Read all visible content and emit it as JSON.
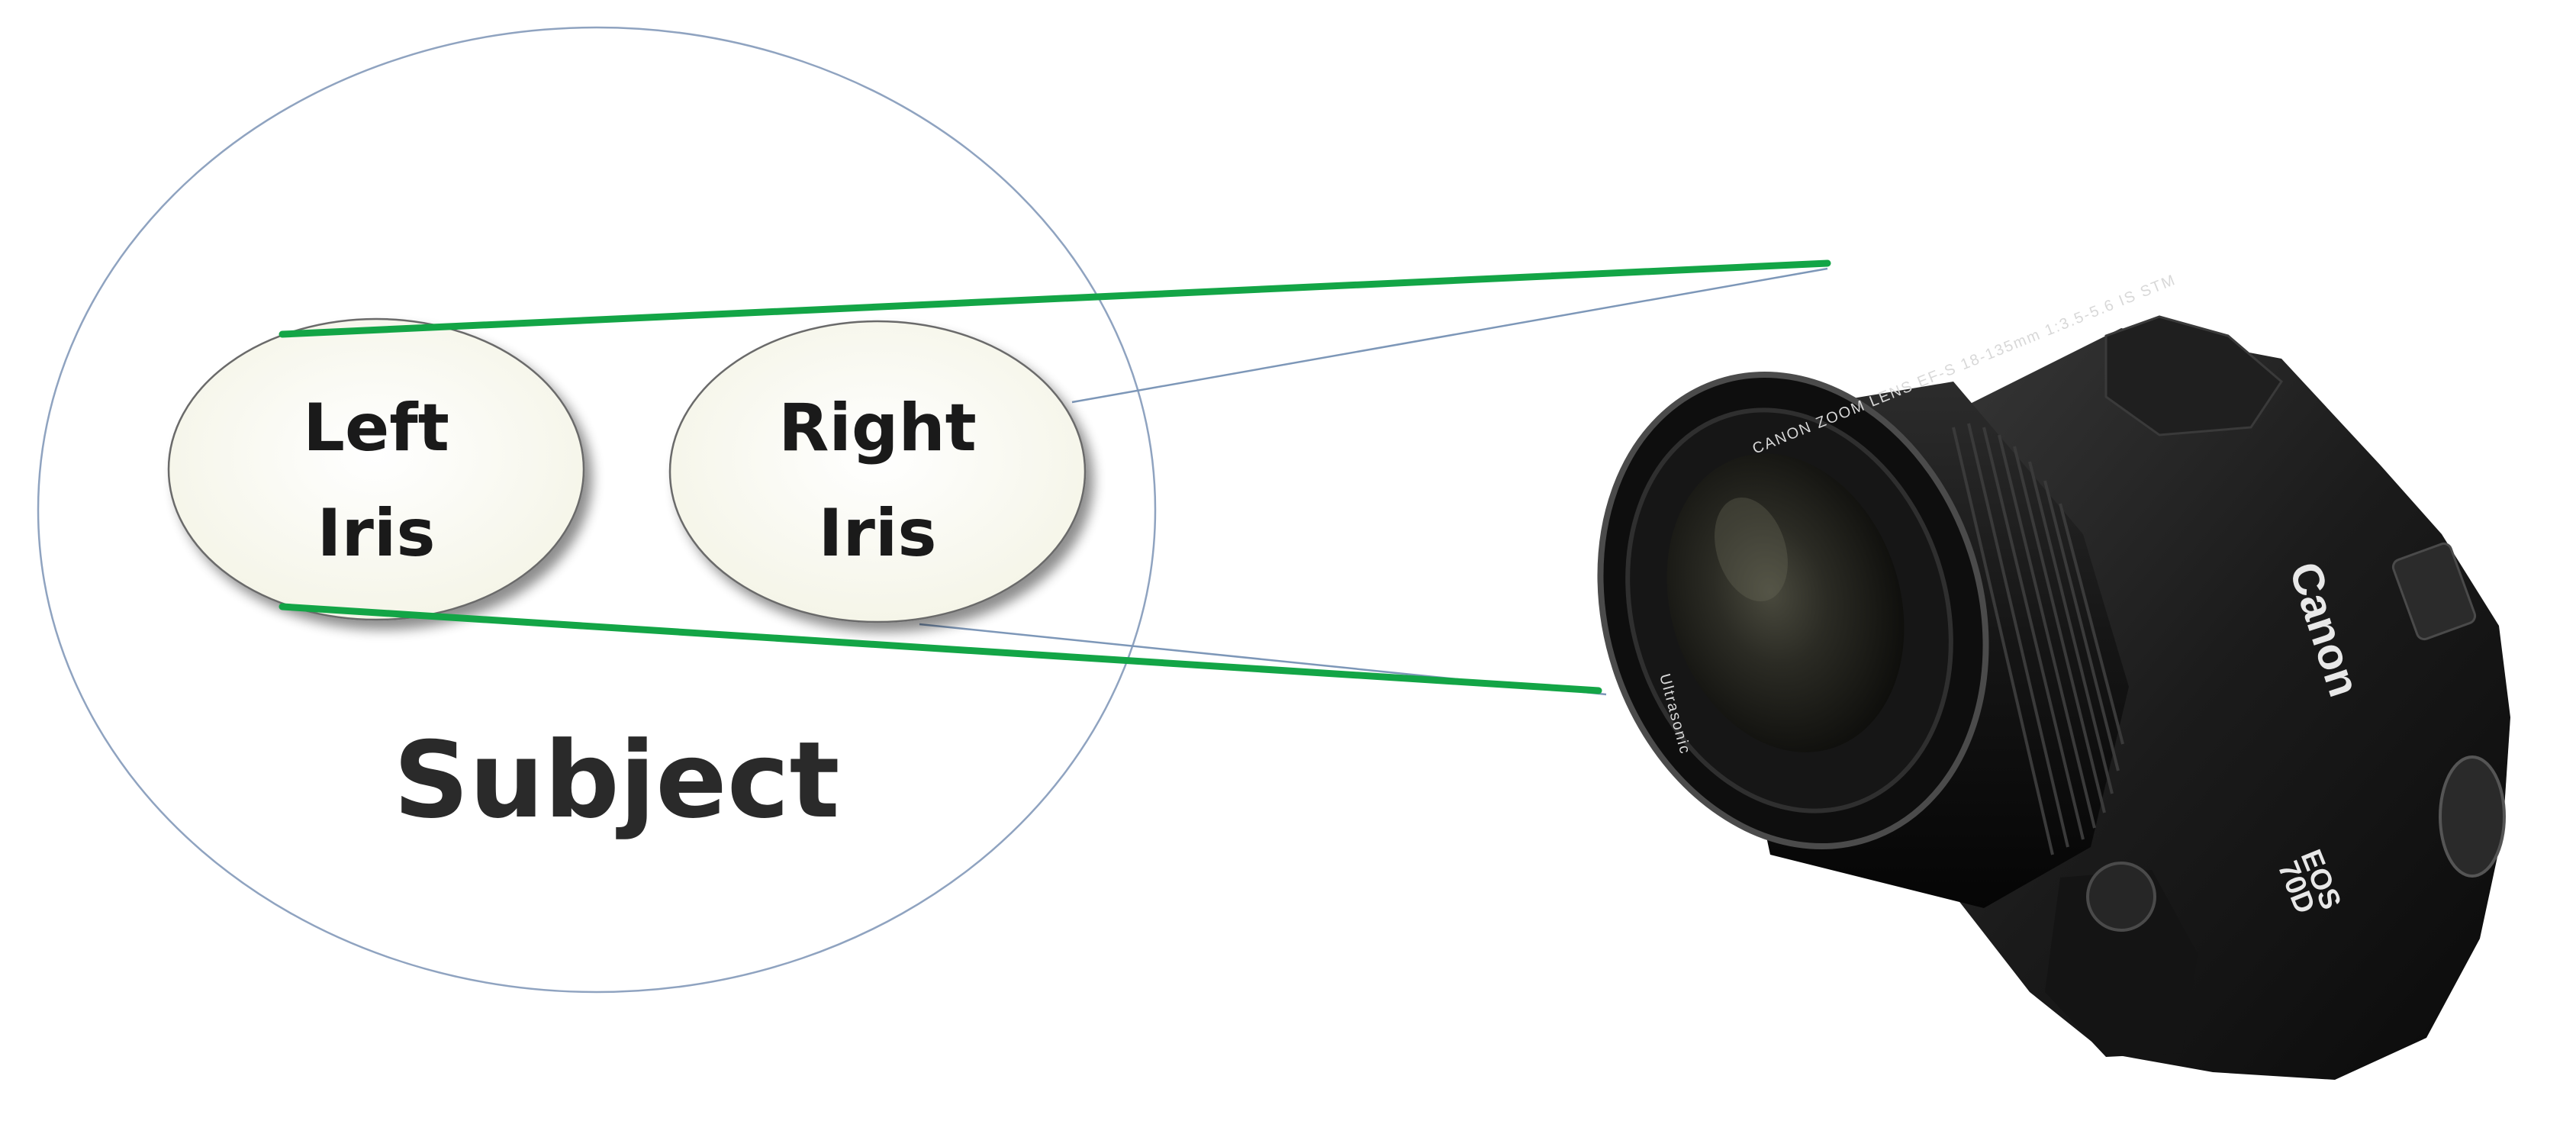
{
  "diagram": {
    "left_iris": {
      "line1": "Left",
      "line2": "Iris"
    },
    "right_iris": {
      "line1": "Right",
      "line2": "Iris"
    },
    "subject": "Subject"
  },
  "camera": {
    "brand": "Canon",
    "model_line1": "EOS",
    "model_line2": "70D",
    "lens_text": "CANON ZOOM LENS EF-S 18-135mm 1:3.5-5.6 IS STM",
    "lens_mark": "Ultrasonic"
  },
  "colors": {
    "view_line": "#13a546",
    "thin_line": "#7d97b8",
    "iris_fill": "#fbfbf2",
    "subject_outline": "#8fa3c0"
  }
}
